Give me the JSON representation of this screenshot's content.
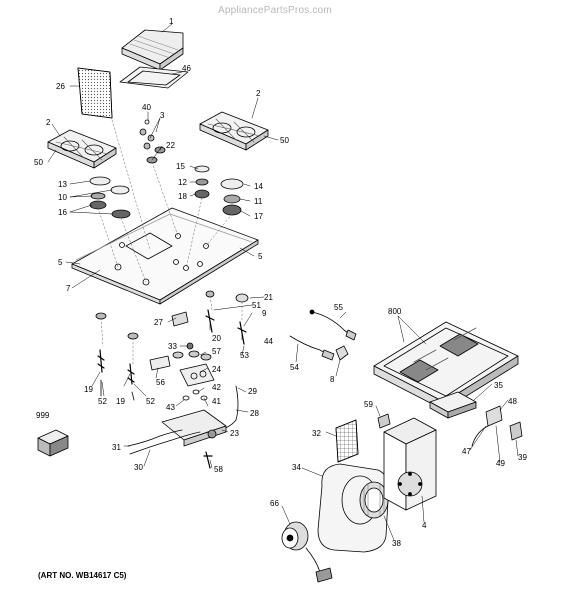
{
  "watermark": "AppliancePartsPros.com",
  "art_number": "(ART NO. WB14617 C5)",
  "callouts": [
    {
      "id": "c1",
      "text": "1"
    },
    {
      "id": "c46",
      "text": "46"
    },
    {
      "id": "c26",
      "text": "26"
    },
    {
      "id": "c2a",
      "text": "2"
    },
    {
      "id": "c2b",
      "text": "2"
    },
    {
      "id": "c40",
      "text": "40"
    },
    {
      "id": "c3",
      "text": "3"
    },
    {
      "id": "c22",
      "text": "22"
    },
    {
      "id": "c50a",
      "text": "50"
    },
    {
      "id": "c50b",
      "text": "50"
    },
    {
      "id": "c15",
      "text": "15"
    },
    {
      "id": "c12",
      "text": "12"
    },
    {
      "id": "c13",
      "text": "13"
    },
    {
      "id": "c10",
      "text": "10"
    },
    {
      "id": "c16",
      "text": "16"
    },
    {
      "id": "c18",
      "text": "18"
    },
    {
      "id": "c14",
      "text": "14"
    },
    {
      "id": "c11",
      "text": "11"
    },
    {
      "id": "c17",
      "text": "17"
    },
    {
      "id": "c5a",
      "text": "5"
    },
    {
      "id": "c5b",
      "text": "5"
    },
    {
      "id": "c7",
      "text": "7"
    },
    {
      "id": "c21",
      "text": "21"
    },
    {
      "id": "c51",
      "text": "51"
    },
    {
      "id": "c9",
      "text": "9"
    },
    {
      "id": "c27",
      "text": "27"
    },
    {
      "id": "c20",
      "text": "20"
    },
    {
      "id": "c33",
      "text": "33"
    },
    {
      "id": "c44",
      "text": "44"
    },
    {
      "id": "c57",
      "text": "57"
    },
    {
      "id": "c53",
      "text": "53"
    },
    {
      "id": "c19a",
      "text": "19"
    },
    {
      "id": "c52a",
      "text": "52"
    },
    {
      "id": "c19b",
      "text": "19"
    },
    {
      "id": "c52b",
      "text": "52"
    },
    {
      "id": "c56",
      "text": "56"
    },
    {
      "id": "c24",
      "text": "24"
    },
    {
      "id": "c42",
      "text": "42"
    },
    {
      "id": "c43",
      "text": "43"
    },
    {
      "id": "c41",
      "text": "41"
    },
    {
      "id": "c29",
      "text": "29"
    },
    {
      "id": "c28",
      "text": "28"
    },
    {
      "id": "c23",
      "text": "23"
    },
    {
      "id": "c31",
      "text": "31"
    },
    {
      "id": "c30",
      "text": "30"
    },
    {
      "id": "c58",
      "text": "58"
    },
    {
      "id": "c999",
      "text": "999"
    },
    {
      "id": "c55",
      "text": "55"
    },
    {
      "id": "c800",
      "text": "800"
    },
    {
      "id": "c54",
      "text": "54"
    },
    {
      "id": "c8",
      "text": "8"
    },
    {
      "id": "c35",
      "text": "35"
    },
    {
      "id": "c48",
      "text": "48"
    },
    {
      "id": "c59",
      "text": "59"
    },
    {
      "id": "c32",
      "text": "32"
    },
    {
      "id": "c47",
      "text": "47"
    },
    {
      "id": "c49",
      "text": "49"
    },
    {
      "id": "c39",
      "text": "39"
    },
    {
      "id": "c34",
      "text": "34"
    },
    {
      "id": "c4",
      "text": "4"
    },
    {
      "id": "c66",
      "text": "66"
    },
    {
      "id": "c38",
      "text": "38"
    }
  ]
}
